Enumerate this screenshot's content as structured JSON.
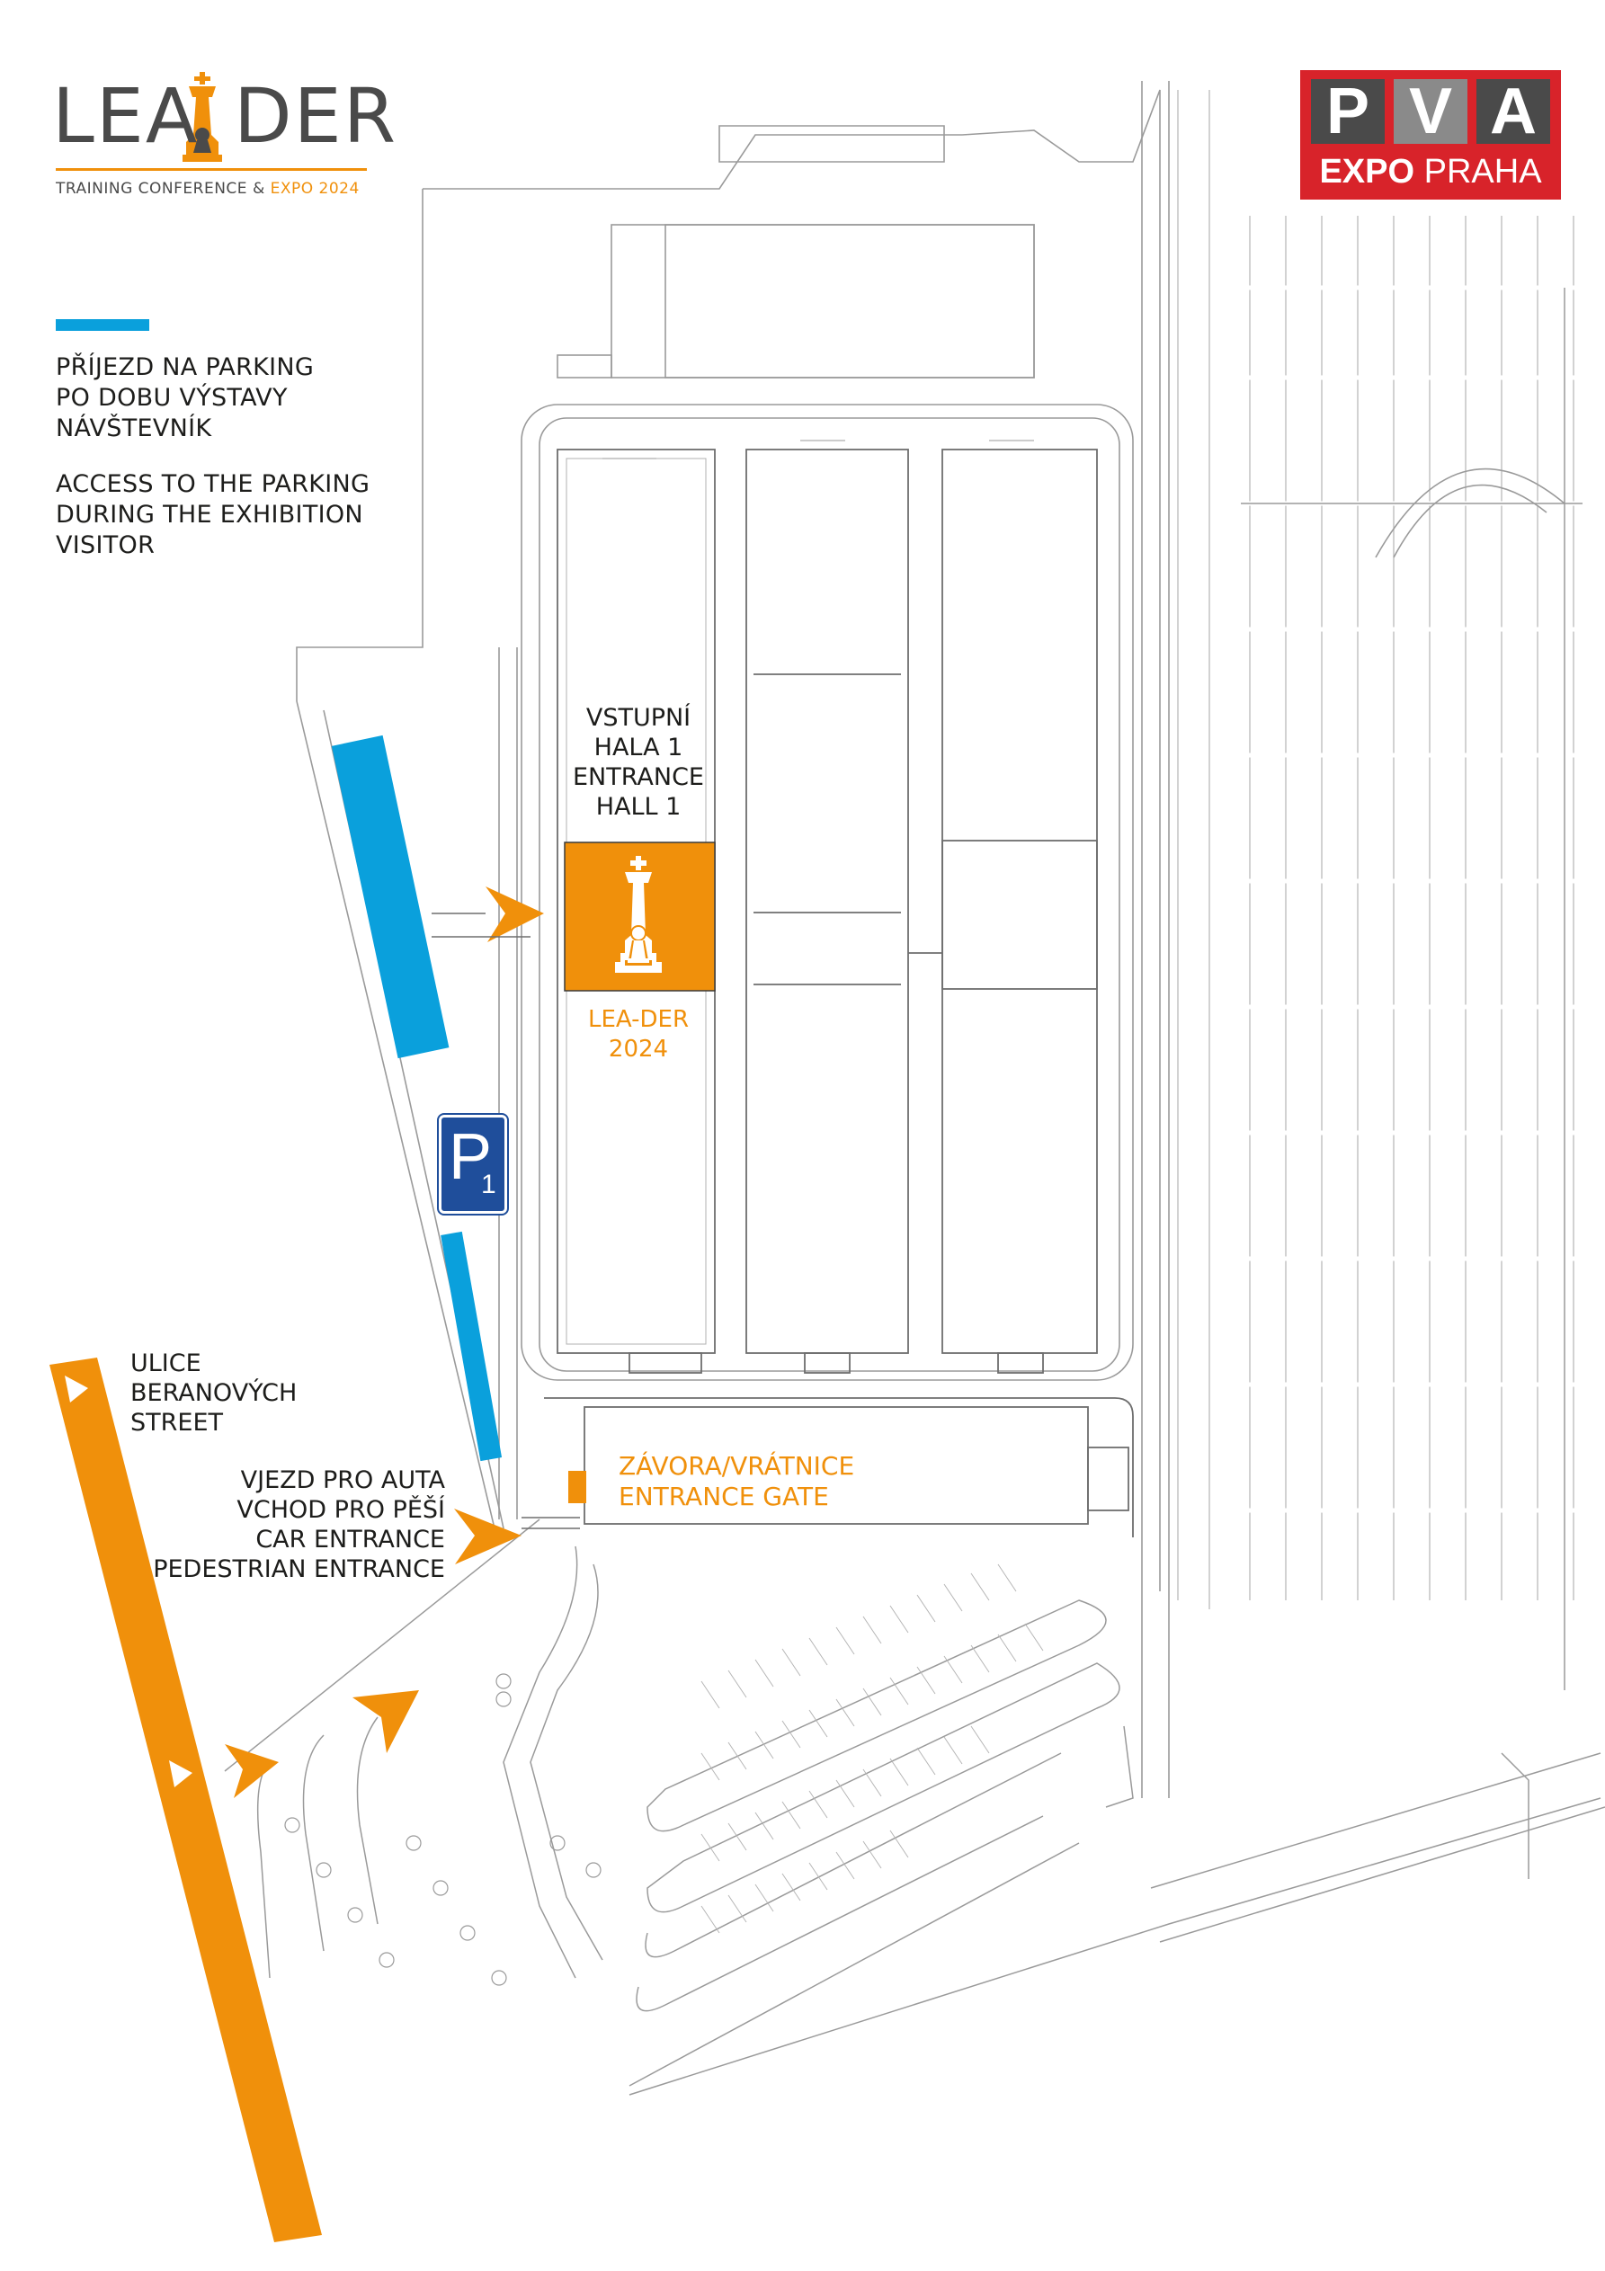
{
  "logo": {
    "lea": "LEA",
    "der": "DER",
    "subtitle_prefix": "TRAINING CONFERENCE & ",
    "subtitle_highlight": "EXPO 2024"
  },
  "brand": {
    "pva_letters": [
      "P",
      "V",
      "A"
    ],
    "expo": "EXPO",
    "praha": "PRAHA",
    "color": "#d8232a"
  },
  "legend": {
    "color": "#0aa0dc",
    "cz_lines": [
      "PŘÍJEZD NA PARKING",
      "PO DOBU VÝSTAVY",
      "NÁVŠTEVNÍK"
    ],
    "en_lines": [
      "ACCESS TO THE PARKING",
      "DURING THE EXHIBITION",
      "VISITOR"
    ]
  },
  "labels": {
    "entrance_hall": [
      "VSTUPNÍ",
      "HALA 1",
      "ENTRANCE",
      "HALL 1"
    ],
    "leader": [
      "LEA-DER",
      "2024"
    ],
    "street": [
      "ULICE",
      "BERANOVÝCH",
      "STREET"
    ],
    "car_entrance": [
      "VJEZD PRO AUTA",
      "VCHOD PRO PĚŠÍ",
      "CAR ENTRANCE",
      "PEDESTRIAN ENTRANCE"
    ],
    "gate": [
      "ZÁVORA/VRÁTNICE",
      "ENTRANCE GATE"
    ],
    "parking_sign": "P",
    "parking_number": "1"
  },
  "colors": {
    "orange": "#f0900b",
    "blue": "#0aa0dc",
    "sign_blue": "#1f4e9b",
    "line": "#9a9a9a"
  }
}
